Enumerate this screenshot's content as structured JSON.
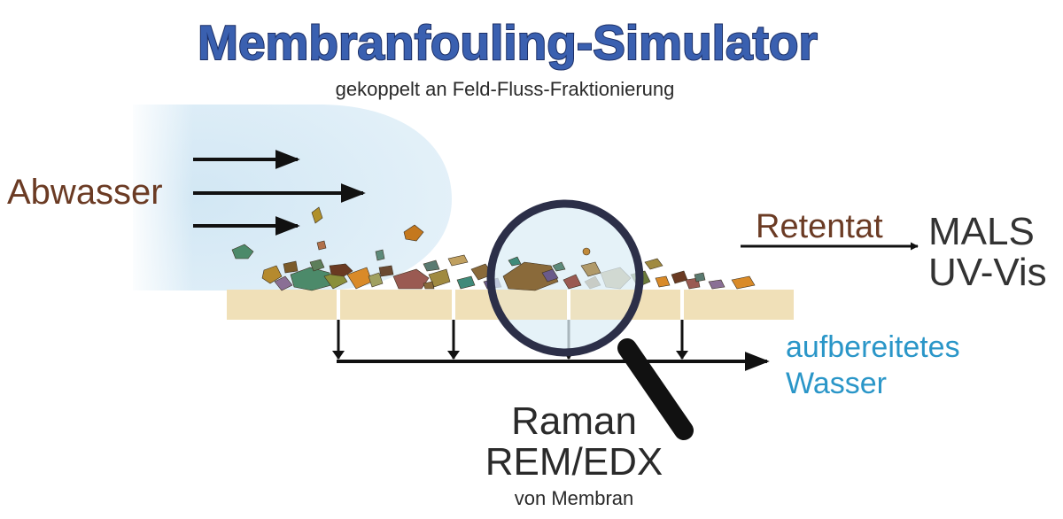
{
  "title": "Membranfouling-Simulator",
  "subtitle": "gekoppelt an Feld-Fluss-Fraktionierung",
  "labels": {
    "inflow": "Abwasser",
    "retentate": "Retentat",
    "detector_1": "MALS",
    "detector_2": "UV-Vis",
    "permeate_1": "aufbereitetes",
    "permeate_2": "Wasser",
    "analysis_1": "Raman",
    "analysis_2": "REM/EDX",
    "analysis_3": "von Membran"
  },
  "colors": {
    "title_fill": "#3a60b0",
    "title_stroke": "#1c2f66",
    "inflow_text": "#6b3b24",
    "retentate_text": "#6b3b24",
    "detector_text": "#333333",
    "permeate_text": "#2a96c8",
    "analysis_text": "#2a2a2a",
    "water_cloud": "#dcedf7",
    "membrane": "#f0e0b8",
    "arrow": "#111111",
    "lens_ring": "#2c2f48",
    "lens_glass": "#dceef6"
  },
  "icons": [
    "magnifier-icon"
  ]
}
